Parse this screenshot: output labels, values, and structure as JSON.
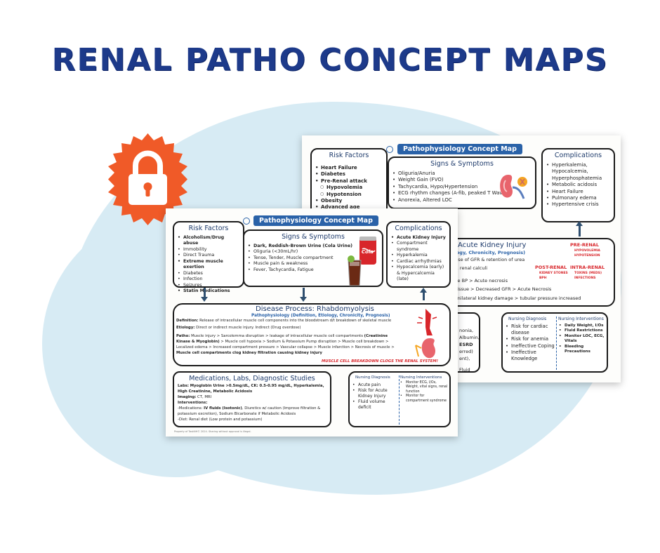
{
  "page": {
    "title": "RENAL PATHO CONCEPT MAPS"
  },
  "badge": {
    "icon": "padlock-icon",
    "color": "#f05a28"
  },
  "back_sheet": {
    "map_title": "Pathophysiology Concept Map",
    "risk_factors": {
      "title": "Risk Factors",
      "items": [
        "Heart Failure",
        "Diabetes",
        "Pre-Renal attack",
        "Hypovolemia",
        "Hypotension",
        "Obesity",
        "Advanced age"
      ]
    },
    "signs": {
      "title": "Signs & Symptoms",
      "items": [
        "Oliguria/Anuria",
        "Weight Gain (FVO)",
        "Tachycardia, Hypo/Hypertension",
        "ECG rhythm changes (A-fib, peaked T Wave)",
        "Anorexia, Altered LOC"
      ]
    },
    "complications": {
      "title": "Complications",
      "items": [
        "Hyperkalemia, Hypocalcemia, Hyperphosphatemia",
        "Metabolic acidosis",
        "Heart Failure",
        "Pulmonary edema",
        "Hypertensive crisis"
      ]
    },
    "disease": {
      "title": "Acute Kidney Injury",
      "subtitle": "n, Etiology, Chronicity, Prognosis)",
      "lines": [
        "e decrease of GFR & retention of urea",
        "necrosis, renal calculi",
        "to restore BP > Acute necrosis",
        "phrotic tissue > Decreased GFR > Acute Necrosis",
        "der) > Unilateral kidney damage > tubular pressure increased"
      ],
      "pre_renal": "PRE-RENAL",
      "pre_renal_items": [
        "HYPOVOLEMIA",
        "HYPOTENSION"
      ],
      "post_renal": "POST-RENAL",
      "post_renal_items": [
        "KIDNEY STONES",
        "BPH"
      ],
      "intra_renal": "INTRA-RENAL",
      "intra_renal_items": [
        "TOXINS (MEDS)",
        "INFECTIONS"
      ]
    },
    "meds_fragments": [
      "nonia,",
      "Albumin,",
      "ESRD",
      "erred)",
      "ent),",
      "Fluid"
    ],
    "nursing_dx": {
      "title": "Nursing Diagnosis",
      "items": [
        "Risk for cardiac disease",
        "Risk for anemia",
        "Ineffective Coping",
        "Ineffective Knowledge"
      ]
    },
    "nursing_int": {
      "title": "Nursing Interventions",
      "items": [
        "Daily Weight, I/Os",
        "Fluid Restrictions",
        "Monitor LOC, ECG, Vitals",
        "Bleeding Precautions"
      ]
    }
  },
  "front_sheet": {
    "map_title": "Pathophysiology Concept Map",
    "risk_factors": {
      "title": "Risk Factors",
      "items": [
        "Alcoholism/Drug abuse",
        "Immobility",
        "Direct Trauma",
        "Extreme muscle exertion",
        "Diabetes",
        "Infection",
        "Seizures",
        "Statin Medications"
      ]
    },
    "signs": {
      "title": "Signs & Symptoms",
      "items": [
        "Dark, Reddish-Brown Urine (Cola Urine)",
        "Oliguria (<30mL/hr)",
        "Tense, Tender, Muscle compartment",
        "Muscle pain & weakness",
        "Fever, Tachycardia, Fatigue"
      ]
    },
    "cola_label": "Cola",
    "complications": {
      "title": "Complications",
      "items": [
        "Acute Kidney Injury",
        "Compartment syndrome",
        "Hyperkalemia",
        "Cardiac arrhythmias",
        "Hypocalcemia (early) & Hypercalcemia (late)"
      ]
    },
    "disease": {
      "title": "Disease Process: Rhabdomyolysis",
      "subtitle": "Pathophysiology (Definition, Etiology, Chronicity, Prognosis)",
      "definition_label": "Definition:",
      "definition": "Release of intracellular muscle cell components into the bloodstream d/t breakdown of skeletal muscle",
      "etiology_label": "Etiology:",
      "etiology": "Direct or indirect muscle injury. Indirect (Drug overdose)",
      "patho_label": "Patho:",
      "patho_1": "Muscle injury > Sarcolemma disruption > leakage of intracellular muscle cell compartments",
      "patho_1b": "(Creatinine",
      "patho_2": "Kinase & Myoglobin)",
      "patho_2b": "> Muscle cell hypoxia > Sodium & Potassium Pump disruption > Muscle cell breakdown >",
      "patho_3": "Localized edema > Increased compartment pressure > Vascular collapse > Muscle infarction > Necrosis of muscle >",
      "patho_4": "Muscle cell compartments clog kidney filtration causing kidney injury",
      "callout": "MUSCLE CELL BREAKDOWN CLOGS THE RENAL SYSTEM!"
    },
    "meds": {
      "title": "Medications, Labs, Diagnostic Studies",
      "labs_label": "Labs:",
      "labs": "Myoglobin Urine >0.5mg/dL, CK: 0.5-0.95 mg/dL, Hyperkalemia,",
      "labs_2": "High Creatinine, Metabolic Acidosis",
      "imaging_label": "Imaging:",
      "imaging": "CT, MRI",
      "interventions_label": "Interventions:",
      "int_1a": "-Medications:",
      "int_1b": "IV fluids (Isotonic)",
      "int_1c": ", Diuretics w/ caution (Improve filtration &",
      "int_2": "potassium excretion), Sodium Bicarbonate if Metabolic Acidosis",
      "int_3": "-Diet: Renal diet (Low protein and potassium)"
    },
    "nursing_dx": {
      "title": "Nursing Diagnosis",
      "items": [
        "Acute pain",
        "Risk for Acute Kidney Injury",
        "Fluid volume deficit"
      ]
    },
    "nursing_int": {
      "title": "Nursing Interventions",
      "items": [
        "Monitor ECG, I/Os, Weight, vital signs, renal function",
        "Monitor for compartment syndrome"
      ]
    },
    "footer": "Property of TaskNH© 2024. Sharing without approval is illegal."
  }
}
